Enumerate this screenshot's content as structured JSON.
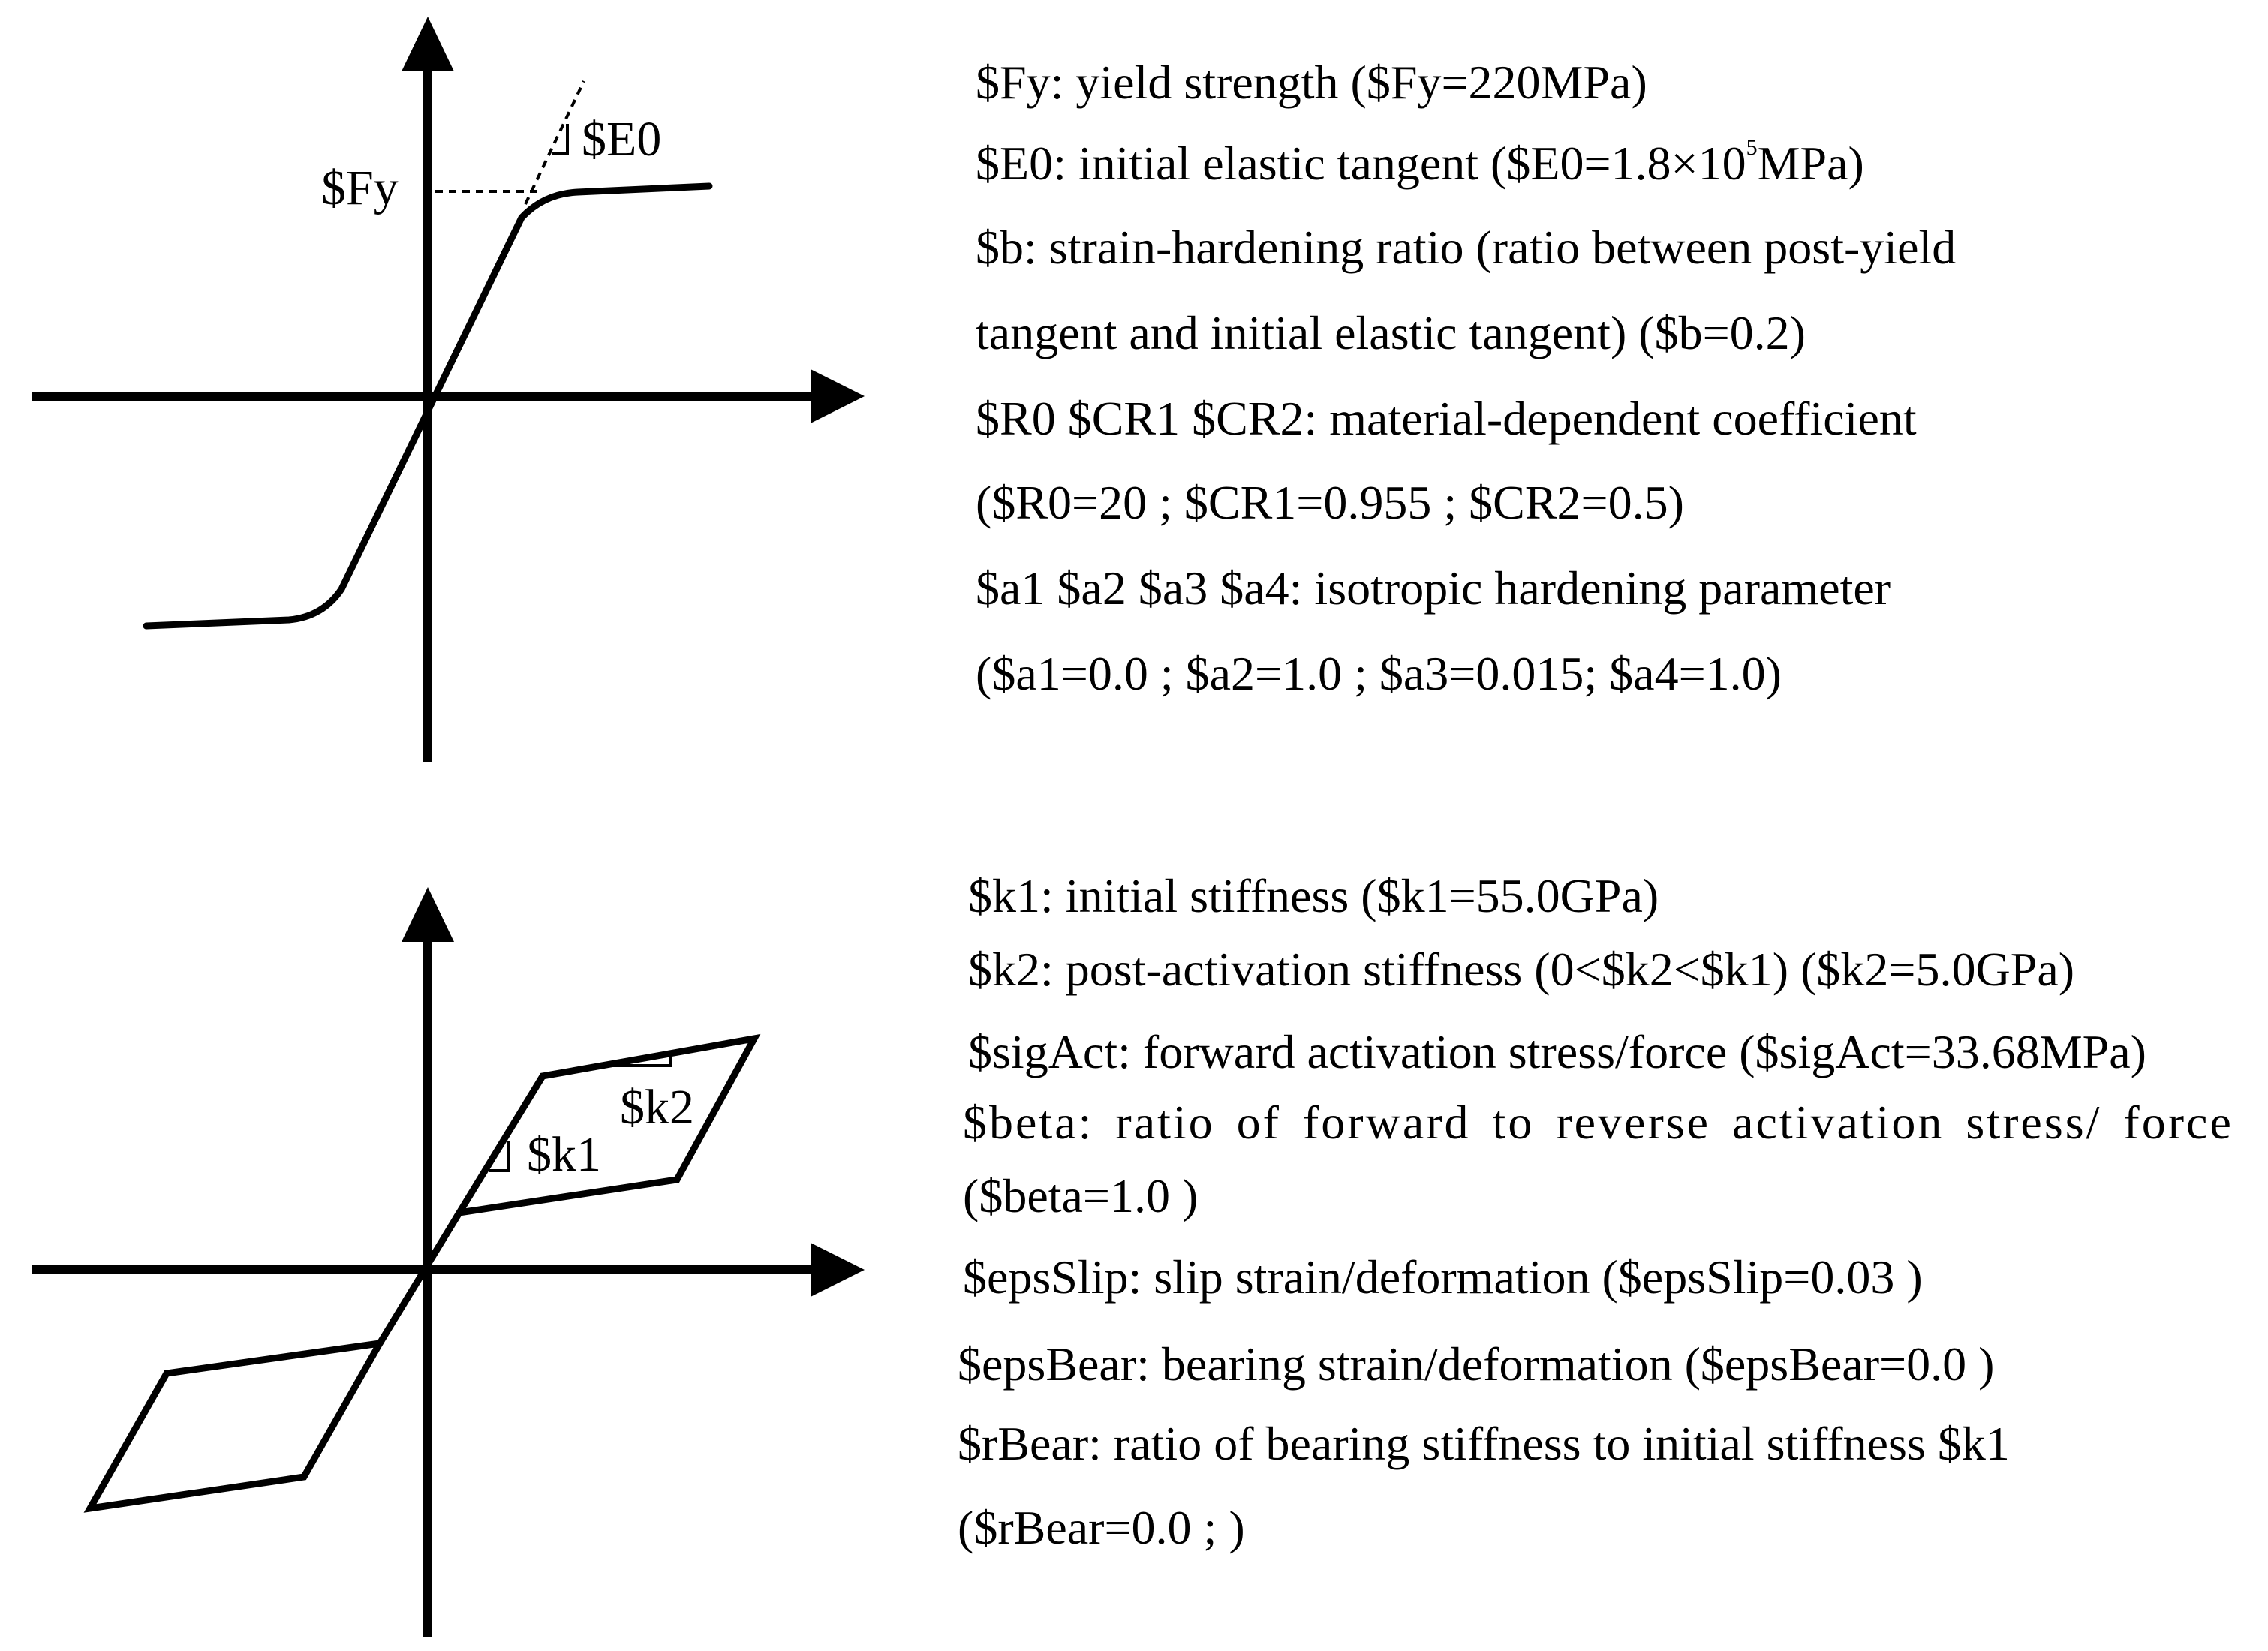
{
  "top_diagram": {
    "labels": {
      "fy": "$Fy",
      "e0": "$E0"
    }
  },
  "bottom_diagram": {
    "labels": {
      "k1": "$k1",
      "k2": "$k2"
    }
  },
  "top_description": {
    "lines": [
      "$Fy: yield strength ($Fy=220MPa)",
      "$E0: initial elastic tangent ($E0=1.8×10",
      "$b: strain-hardening ratio (ratio between post-yield",
      "tangent and initial elastic tangent) ($b=0.2)",
      "$R0 $CR1 $CR2: material-dependent coefficient",
      "($R0=20 ; $CR1=0.955 ; $CR2=0.5)",
      "$a1 $a2 $a3 $a4: isotropic hardening parameter",
      "($a1=0.0 ; $a2=1.0 ; $a3=0.015; $a4=1.0)"
    ],
    "e0_exponent": "5",
    "e0_suffix": "MPa)"
  },
  "bottom_description": {
    "lines": [
      "$k1: initial stiffness ($k1=55.0GPa)",
      "$k2: post-activation stiffness (0<$k2<$k1) ($k2=5.0GPa)",
      "$sigAct: forward activation stress/force ($sigAct=33.68MPa)",
      "$beta: ratio of forward to reverse activation stress/ force",
      "($beta=1.0  )",
      "$epsSlip: slip strain/deformation ($epsSlip=0.03 )",
      "$epsBear: bearing strain/deformation  ($epsBear=0.0  )",
      "$rBear: ratio of bearing stiffness to initial stiffness $k1",
      "($rBear=0.0 ; )"
    ]
  }
}
